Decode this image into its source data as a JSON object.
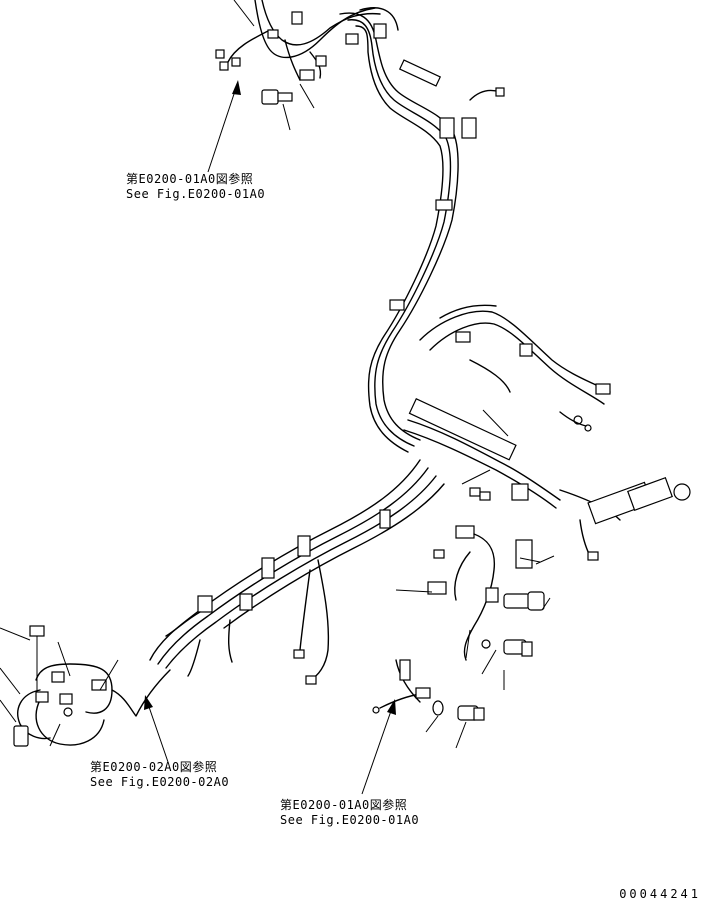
{
  "references": [
    {
      "jp": "第E0200-01A0図参照",
      "en": "See Fig.E0200-01A0"
    },
    {
      "jp": "第E0200-02A0図参照",
      "en": "See Fig.E0200-02A0"
    },
    {
      "jp": "第E0200-01A0図参照",
      "en": "See Fig.E0200-01A0"
    }
  ],
  "drawing_number": "00044241"
}
